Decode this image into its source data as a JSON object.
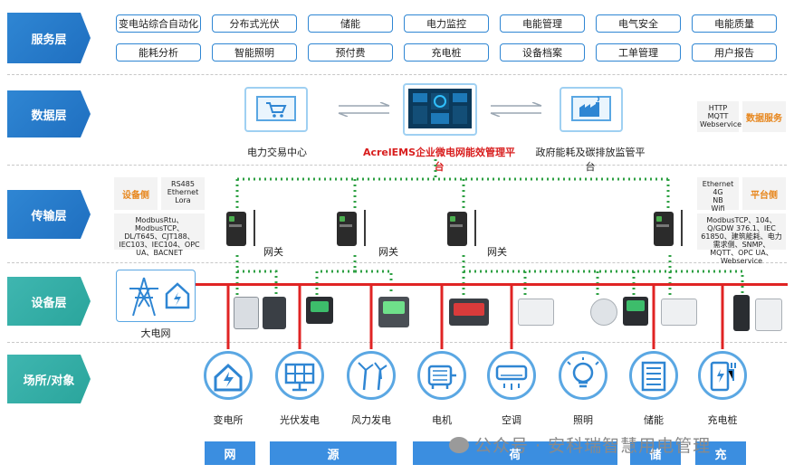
{
  "layers": {
    "service": "服务层",
    "data": "数据层",
    "transport": "传输层",
    "device": "设备层",
    "site": "场所/对象"
  },
  "services": {
    "row1": [
      "变电站综合自动化",
      "分布式光伏",
      "储能",
      "电力监控",
      "电能管理",
      "电气安全",
      "电能质量"
    ],
    "row2": [
      "能耗分析",
      "智能照明",
      "预付费",
      "充电桩",
      "设备档案",
      "工单管理",
      "用户报告"
    ]
  },
  "data_layer": {
    "left_caption": "电力交易中心",
    "center_caption": "AcrelEMS企业微电网能效管理平台",
    "right_caption": "政府能耗及碳排放监管平台",
    "protocols": "HTTP\nMQTT\nWebservice",
    "service_title": "数据服务"
  },
  "transport": {
    "device_side_title": "设备侧",
    "device_side_ports": "RS485\nEthernet\nLora",
    "device_side_protocols": "ModbusRtu、ModbusTCP、DL/T645、CJT188、IEC103、IEC104、OPC UA、BACNET",
    "platform_side_networks": "Ethernet\n4G\nNB\nWifi",
    "platform_side_title": "平台侧",
    "platform_side_protocols": "ModbusTCP、104、Q/GDW 376.1、IEC 61850、建筑能耗、电力需求侧、SNMP、MQTT、OPC UA、Webservice",
    "gateway_label": "网关"
  },
  "device_layer": {
    "grid_label": "大电网"
  },
  "sites": [
    "变电所",
    "光伏发电",
    "风力发电",
    "电机",
    "空调",
    "照明",
    "储能",
    "充电桩"
  ],
  "bottom": {
    "wang": "网",
    "yuan": "源",
    "he": "荷",
    "chu": "储",
    "chong": "充"
  },
  "watermark": "公众号 · 安科瑞智慧用电管理",
  "colors": {
    "accent_blue": "#2f86d3",
    "grid_line": "#e02424",
    "network_dots": "#2ea043",
    "platform_red": "#d81e1e",
    "orange_title": "#e7861c"
  }
}
